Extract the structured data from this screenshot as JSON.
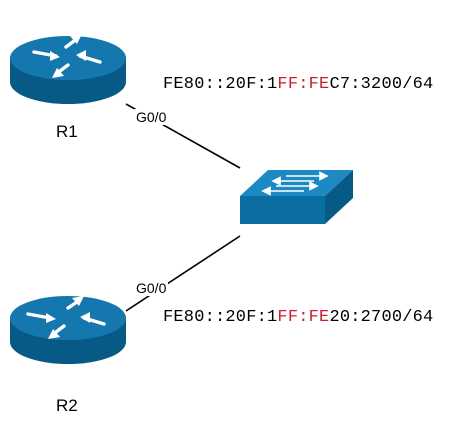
{
  "routers": [
    {
      "name": "R1",
      "interface": "G0/0",
      "address": {
        "prefix": "FE80::20F:1",
        "highlight": "FF:FE",
        "suffix": "C7:3200/64"
      }
    },
    {
      "name": "R2",
      "interface": "G0/0",
      "address": {
        "prefix": "FE80::20F:1",
        "highlight": "FF:FE",
        "suffix": "20:2700/64"
      }
    }
  ],
  "colors": {
    "device_blue": "#0a6ea3",
    "device_top": "#1d89c2",
    "device_side": "#085a86",
    "highlight_red": "#c8202e",
    "link": "#000000"
  },
  "icons": {
    "router": "router-icon",
    "switch": "switch-icon"
  }
}
